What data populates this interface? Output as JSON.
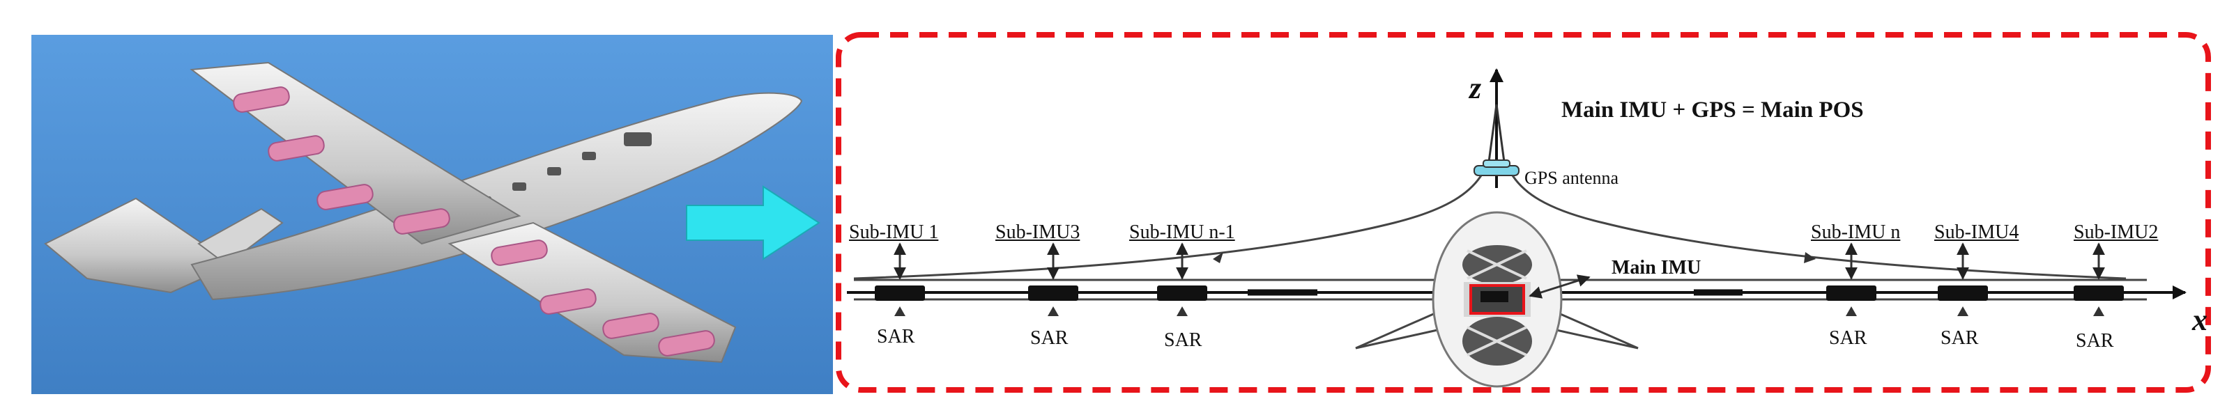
{
  "equation": "Main IMU + GPS = Main POS",
  "axes": {
    "z": "z",
    "x": "x"
  },
  "gps_label": "GPS antenna",
  "main_imu_label": "Main IMU",
  "sub_imus": [
    "Sub-IMU 1",
    "Sub-IMU3",
    "Sub-IMU n-1",
    "Sub-IMU n",
    "Sub-IMU4",
    "Sub-IMU2"
  ],
  "sar_label": "SAR",
  "colors": {
    "frame": "#e8141a",
    "arrow": "#2fe3ee",
    "sky": "#4a8fd2",
    "pod": "#e08ab0",
    "antenna": "#7fd4e8"
  }
}
